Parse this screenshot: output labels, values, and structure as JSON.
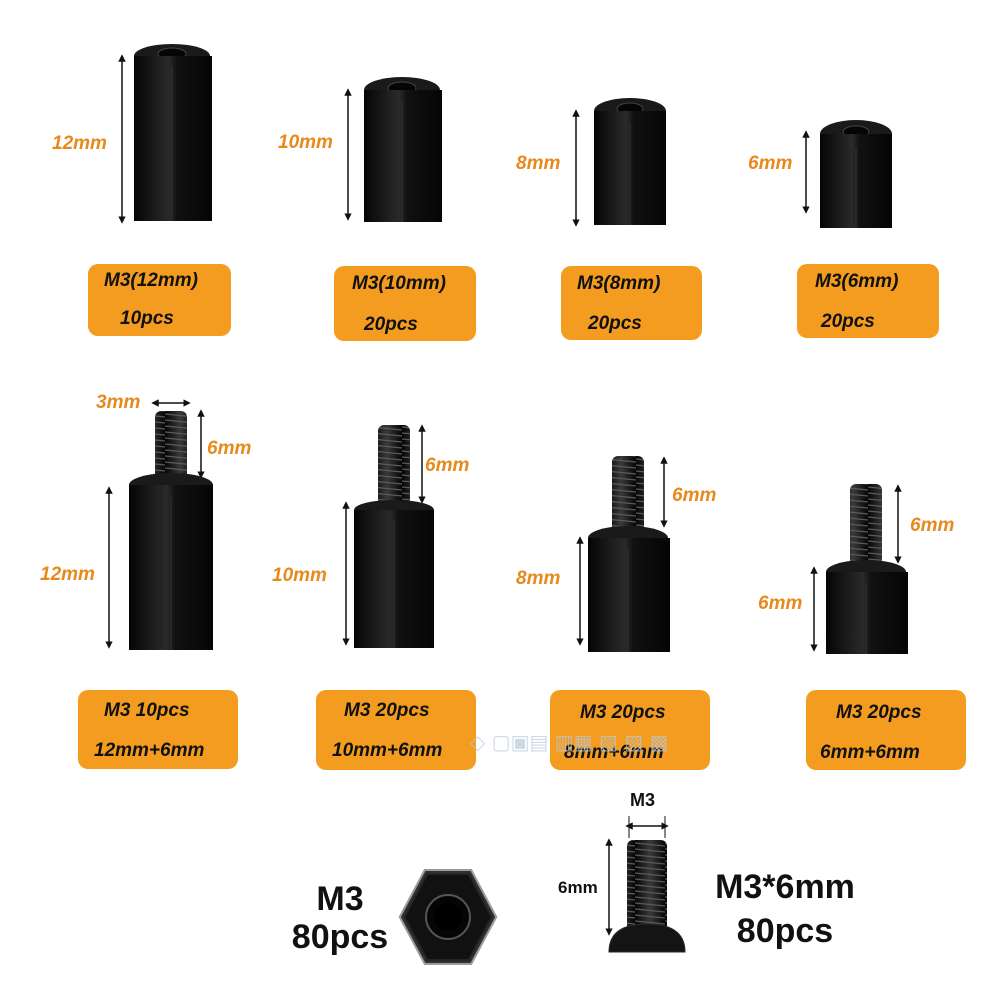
{
  "standoffs_female": [
    {
      "length": "12mm",
      "spec": "M3(12mm)",
      "qty": "10pcs"
    },
    {
      "length": "10mm",
      "spec": "M3(10mm)",
      "qty": "20pcs"
    },
    {
      "length": "8mm",
      "spec": "M3(8mm)",
      "qty": "20pcs"
    },
    {
      "length": "6mm",
      "spec": "M3(6mm)",
      "qty": "20pcs"
    }
  ],
  "standoffs_male": [
    {
      "thread_diameter": "3mm",
      "thread_length": "6mm",
      "body_length": "12mm",
      "spec": "M3  10pcs",
      "size": "12mm+6mm"
    },
    {
      "thread_length": "6mm",
      "body_length": "10mm",
      "spec": "M3  20pcs",
      "size": "10mm+6mm"
    },
    {
      "thread_length": "6mm",
      "body_length": "8mm",
      "spec": "M3  20pcs",
      "size": "8mm+6mm"
    },
    {
      "thread_length": "6mm",
      "body_length": "6mm",
      "spec": "M3  20pcs",
      "size": "6mm+6mm"
    }
  ],
  "nut": {
    "spec": "M3",
    "qty": "80pcs"
  },
  "screw": {
    "diameter": "M3",
    "length": "6mm",
    "spec": "M3*6mm",
    "qty": "80pcs"
  },
  "colors": {
    "accent": "#f39c1f",
    "dimension_text": "#e8891c",
    "part": "#141414"
  }
}
